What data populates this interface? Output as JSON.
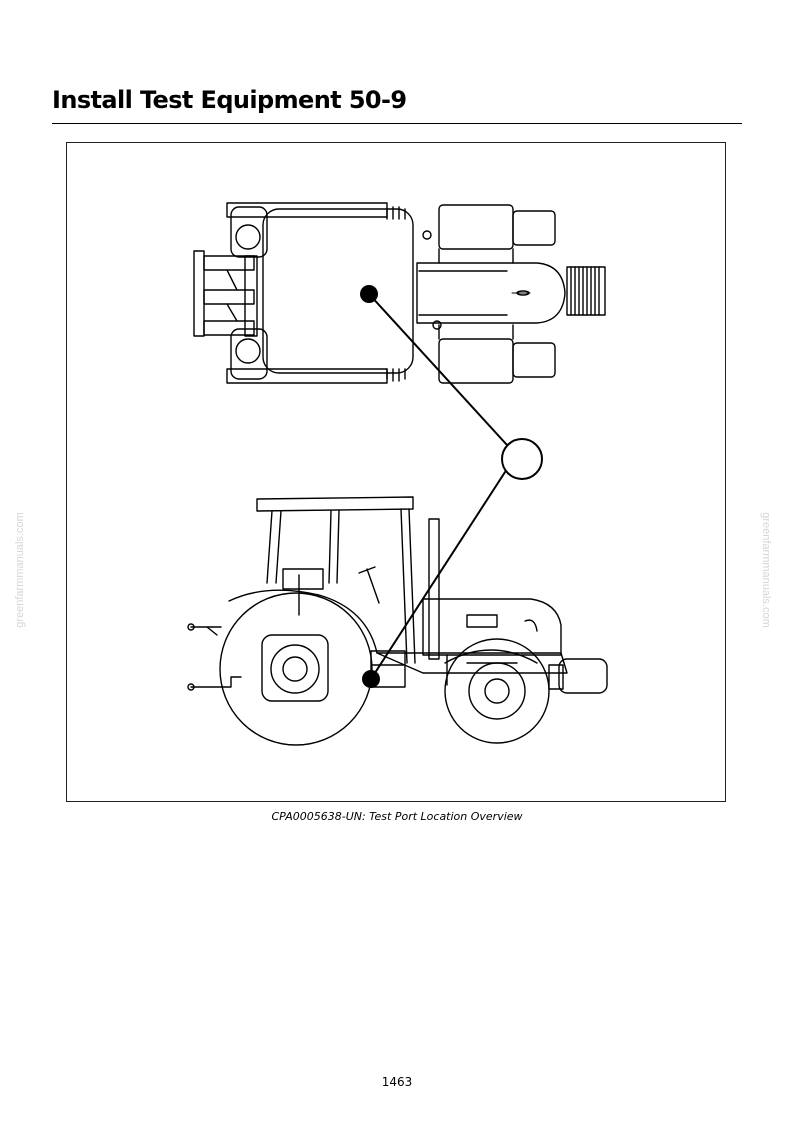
{
  "header": {
    "title": "Install Test Equipment 50-9"
  },
  "figure": {
    "caption": "CPA0005638-UN: Test Port Location Overview",
    "illustration": "tractor-top-and-side-views"
  },
  "footer": {
    "page_number": "1463"
  },
  "watermark": {
    "text": "greenfarmmanuals.com"
  }
}
